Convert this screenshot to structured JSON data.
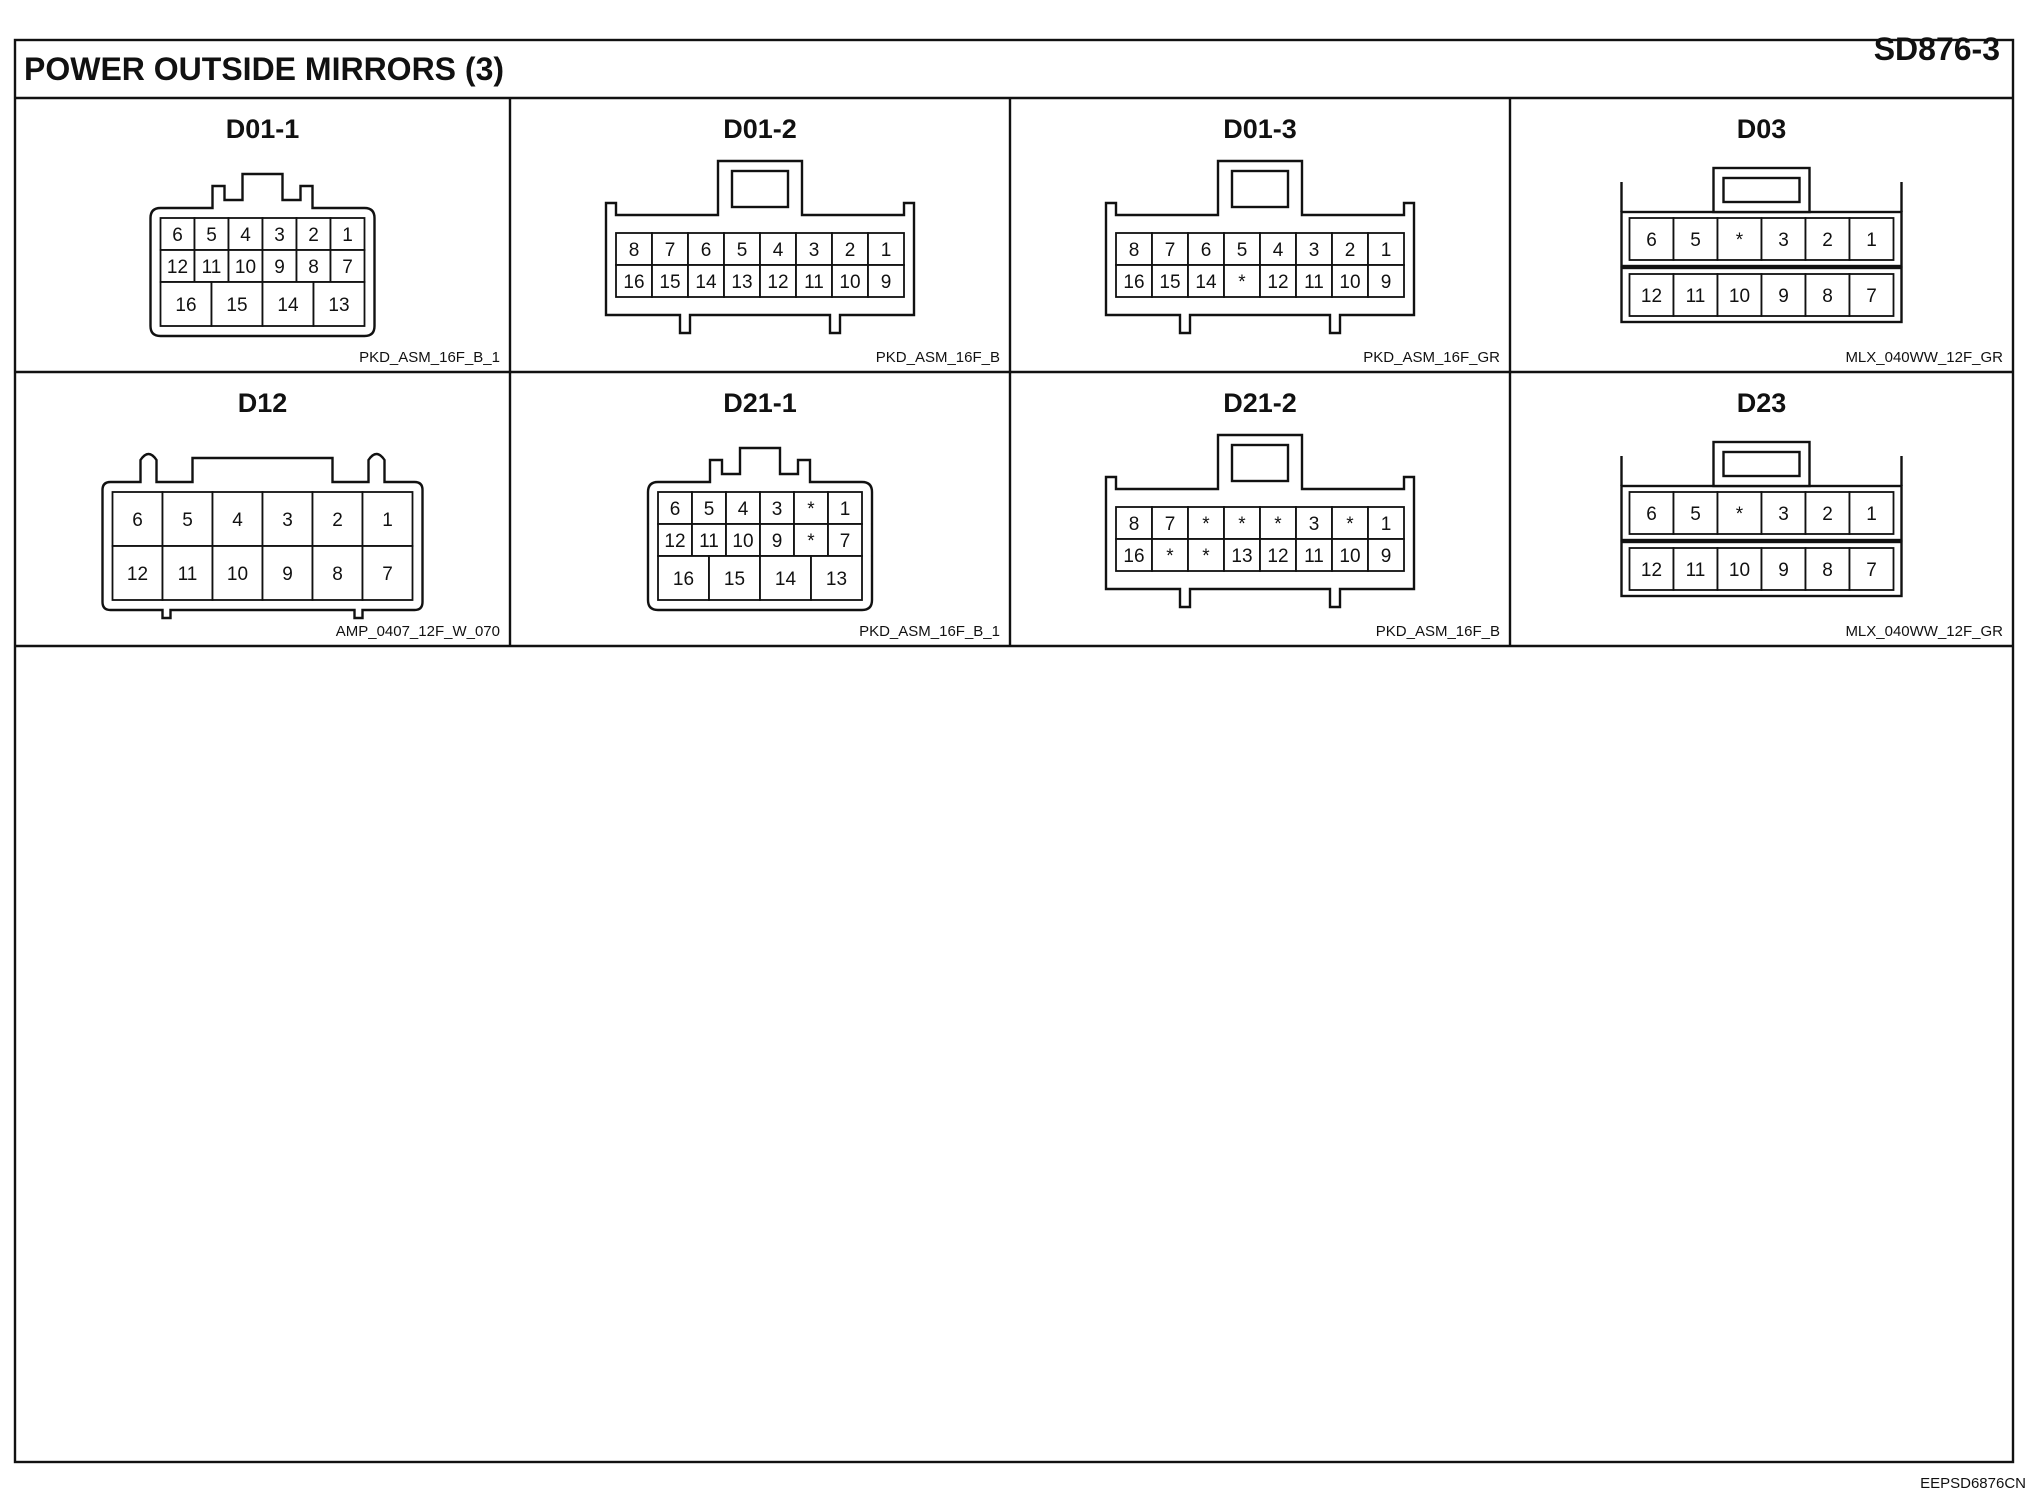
{
  "title": "POWER OUTSIDE MIRRORS (3)",
  "page_code": "SD876-3",
  "doc_code": "EEPSD6876CN",
  "connectors": [
    {
      "id": "D01-1",
      "part": "PKD_ASM_16F_B_1",
      "style": "compact",
      "rows": [
        [
          "6",
          "5",
          "4",
          "3",
          "2",
          "1"
        ],
        [
          "12",
          "11",
          "10",
          "9",
          "8",
          "7"
        ],
        [
          "16",
          "15",
          "14",
          "13"
        ]
      ]
    },
    {
      "id": "D01-2",
      "part": "PKD_ASM_16F_B",
      "style": "latch",
      "rows": [
        [
          "8",
          "7",
          "6",
          "5",
          "4",
          "3",
          "2",
          "1"
        ],
        [
          "16",
          "15",
          "14",
          "13",
          "12",
          "11",
          "10",
          "9"
        ]
      ]
    },
    {
      "id": "D01-3",
      "part": "PKD_ASM_16F_GR",
      "style": "latch",
      "rows": [
        [
          "8",
          "7",
          "6",
          "5",
          "4",
          "3",
          "2",
          "1"
        ],
        [
          "16",
          "15",
          "14",
          "*",
          "12",
          "11",
          "10",
          "9"
        ]
      ]
    },
    {
      "id": "D03",
      "part": "MLX_040WW_12F_GR",
      "style": "split",
      "rows": [
        [
          "6",
          "5",
          "*",
          "3",
          "2",
          "1"
        ],
        [
          "12",
          "11",
          "10",
          "9",
          "8",
          "7"
        ]
      ]
    },
    {
      "id": "D12",
      "part": "AMP_0407_12F_W_070",
      "style": "amp",
      "rows": [
        [
          "6",
          "5",
          "4",
          "3",
          "2",
          "1"
        ],
        [
          "12",
          "11",
          "10",
          "9",
          "8",
          "7"
        ]
      ]
    },
    {
      "id": "D21-1",
      "part": "PKD_ASM_16F_B_1",
      "style": "compact",
      "rows": [
        [
          "6",
          "5",
          "4",
          "3",
          "*",
          "1"
        ],
        [
          "12",
          "11",
          "10",
          "9",
          "*",
          "7"
        ],
        [
          "16",
          "15",
          "14",
          "13"
        ]
      ]
    },
    {
      "id": "D21-2",
      "part": "PKD_ASM_16F_B",
      "style": "latch",
      "rows": [
        [
          "8",
          "7",
          "*",
          "*",
          "*",
          "3",
          "*",
          "1"
        ],
        [
          "16",
          "*",
          "*",
          "13",
          "12",
          "11",
          "10",
          "9"
        ]
      ]
    },
    {
      "id": "D23",
      "part": "MLX_040WW_12F_GR",
      "style": "split",
      "rows": [
        [
          "6",
          "5",
          "*",
          "3",
          "2",
          "1"
        ],
        [
          "12",
          "11",
          "10",
          "9",
          "8",
          "7"
        ]
      ]
    }
  ]
}
